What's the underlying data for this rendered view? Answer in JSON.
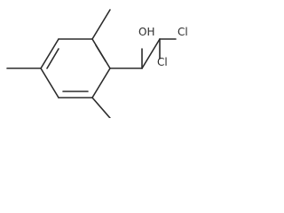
{
  "molecule": {
    "atom_labels": {
      "hydroxyl": "OH",
      "chlorine_upper": "Cl",
      "chlorine_lower": "Cl"
    }
  }
}
